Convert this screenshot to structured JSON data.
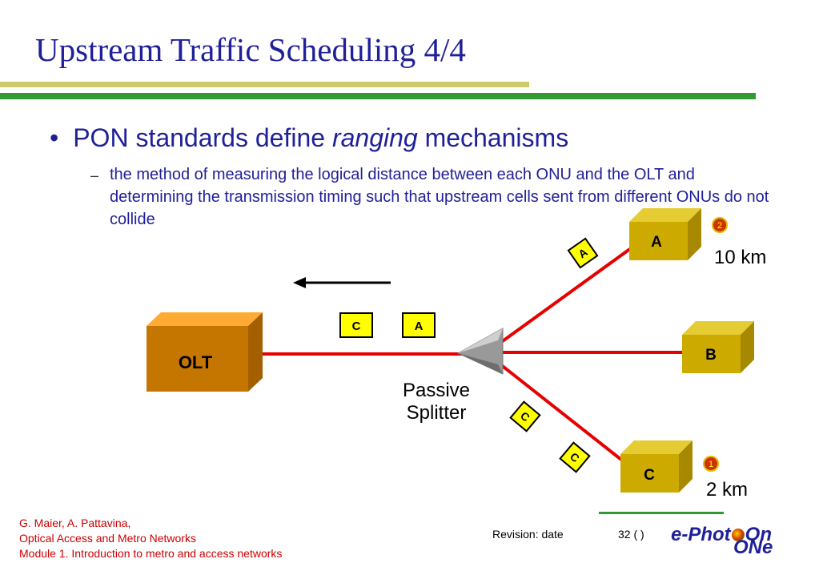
{
  "slide": {
    "title": "Upstream Traffic Scheduling 4/4",
    "bullet": {
      "marker": "•",
      "text_before": "PON standards define ",
      "text_italic": "ranging",
      "text_after": " mechanisms"
    },
    "sub_bullet": {
      "marker": "–",
      "text": "the method of measuring the logical distance between each ONU and the OLT and determining the transmission timing such that upstream cells sent from different ONUs do not collide"
    }
  },
  "diagram": {
    "olt_label": "OLT",
    "splitter_label_line1": "Passive",
    "splitter_label_line2": "Splitter",
    "onu_a_label": "A",
    "onu_b_label": "B",
    "onu_c_label": "C",
    "cell_c_label": "C",
    "cell_a_label": "A",
    "cell_a_branch_label": "A",
    "cell_c_branch1_label": "C",
    "cell_c_branch2_label": "C",
    "badge_a": "2",
    "badge_c": "1",
    "distance_a": "10 km",
    "distance_c": "2 km",
    "colors": {
      "fiber": "#e60000",
      "olt": "#cc7a00",
      "onu": "#ccaa00",
      "cell_fill": "#ffff00",
      "badge": "#cc3300"
    }
  },
  "footer": {
    "authors": "G. Maier, A. Pattavina,",
    "course": "Optical Access and Metro Networks",
    "module": "Module 1. Introduction to metro and access networks",
    "revision": "Revision: date",
    "page": "32 (   )",
    "logo_line1": "e-Phot",
    "logo_on": "On",
    "logo_line2": "ONe"
  }
}
